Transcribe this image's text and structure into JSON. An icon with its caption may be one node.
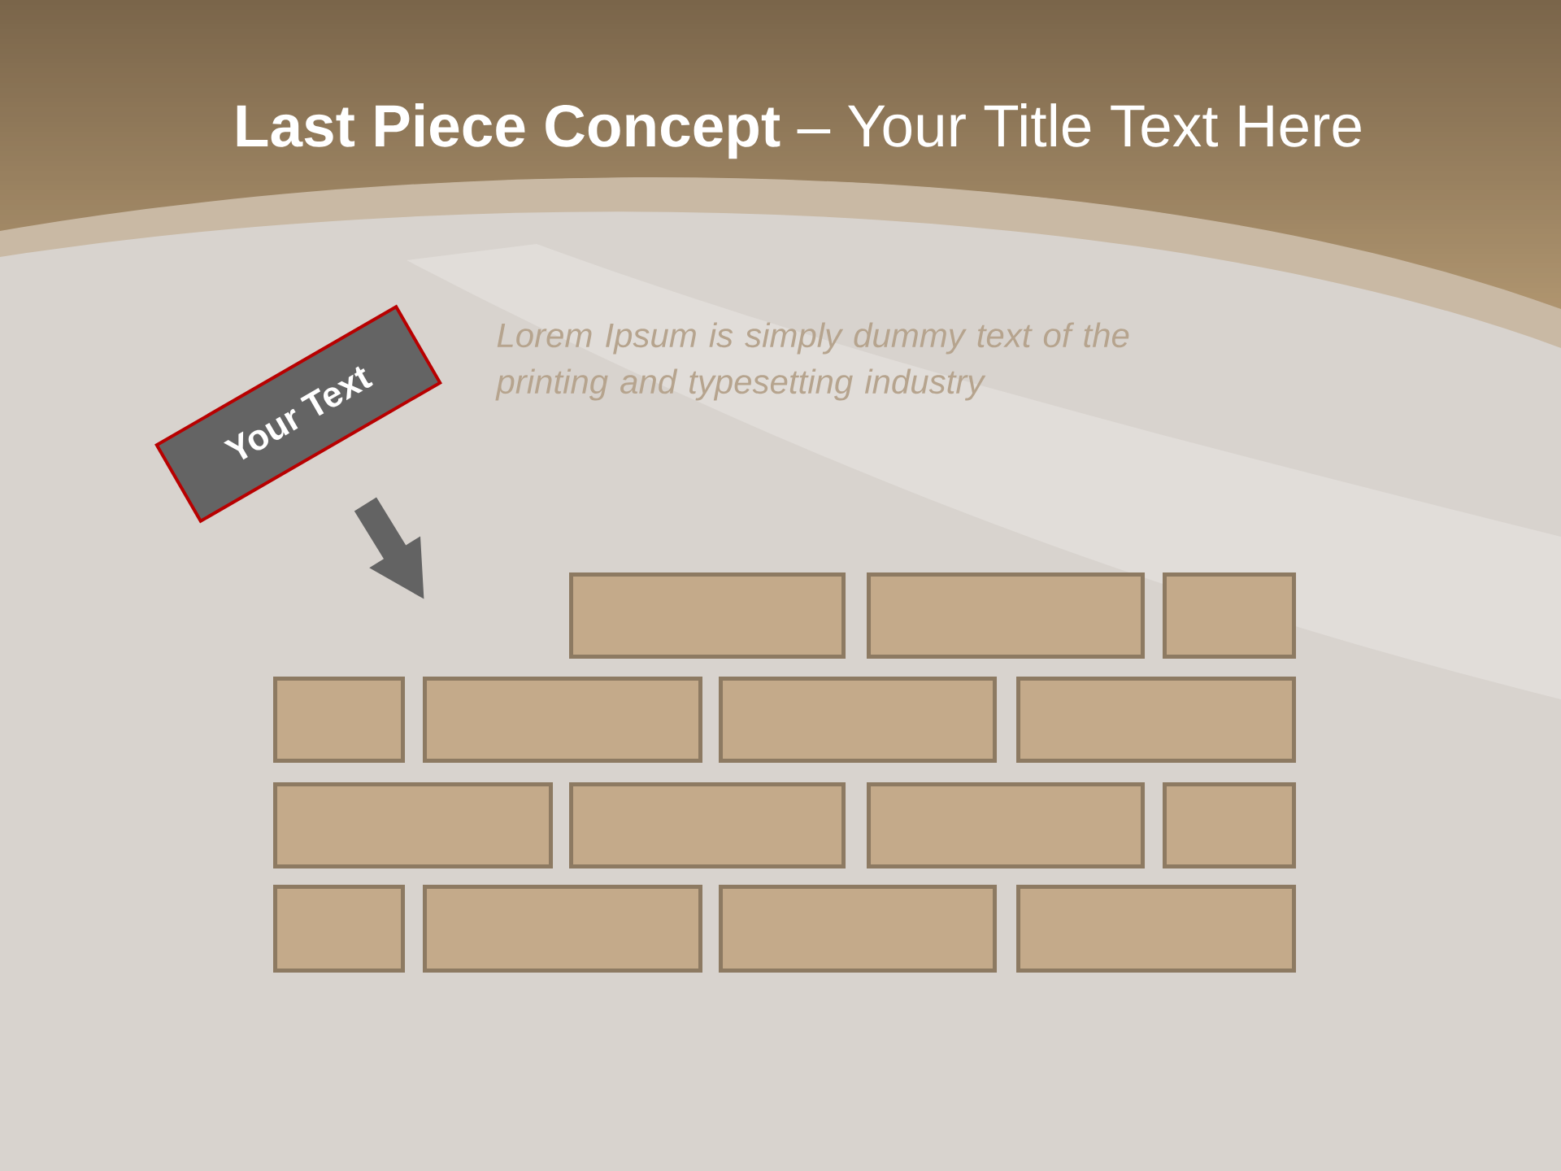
{
  "diagram": {
    "title": "**Last Piece Concept** – Your Title Text Here",
    "nodes": [
      {
        "text": [
          "Your Text"
        ]
      },
      {
        "text": [],
        "shape": "box"
      },
      {
        "text": [],
        "shape": "box"
      },
      {
        "text": [],
        "shape": "box"
      },
      {
        "text": [],
        "shape": "box"
      },
      {
        "text": [],
        "shape": "box"
      },
      {
        "text": [],
        "shape": "box"
      },
      {
        "text": [],
        "shape": "box"
      },
      {
        "text": [],
        "shape": "box"
      },
      {
        "text": [],
        "shape": "box"
      },
      {
        "text": [],
        "shape": "box"
      },
      {
        "text": [],
        "shape": "box"
      },
      {
        "text": [],
        "shape": "box"
      },
      {
        "text": [],
        "shape": "box"
      },
      {
        "text": [],
        "shape": "box"
      },
      {
        "text": [],
        "shape": "box"
      }
    ],
    "labels": [
      "Lorem Ipsum is simply dummy text of the printing and typesetting industry"
    ]
  }
}
